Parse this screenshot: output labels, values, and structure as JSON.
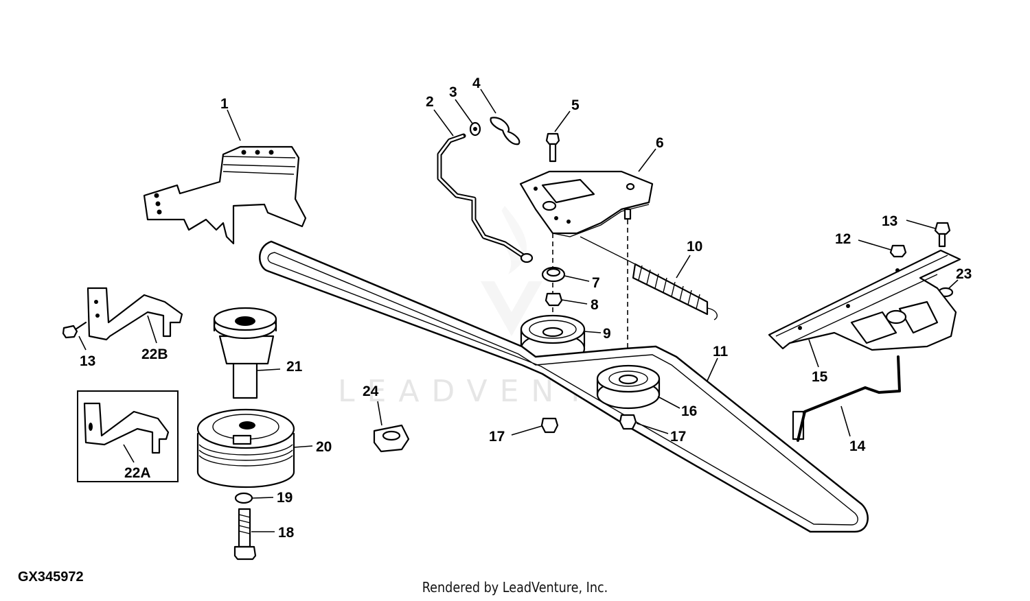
{
  "figure_id": "GX345972",
  "credit": "Rendered by LeadVenture, Inc.",
  "watermark": "LEADVENTURE",
  "callouts": {
    "c1": "1",
    "c2": "2",
    "c3": "3",
    "c4": "4",
    "c5": "5",
    "c6": "6",
    "c7": "7",
    "c8": "8",
    "c9": "9",
    "c10": "10",
    "c11": "11",
    "c12": "12",
    "c13a": "13",
    "c13b": "13",
    "c14": "14",
    "c15": "15",
    "c16": "16",
    "c17a": "17",
    "c17b": "17",
    "c18": "18",
    "c19": "19",
    "c20": "20",
    "c21": "21",
    "c22a": "22A",
    "c22b": "22B",
    "c23": "23",
    "c24": "24"
  }
}
